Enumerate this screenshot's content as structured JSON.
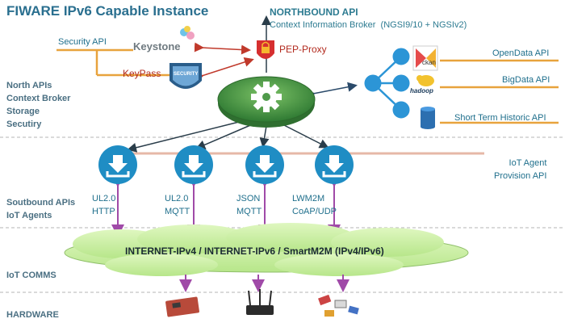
{
  "title": "FIWARE IPv6 Capable Instance",
  "northbound": {
    "heading": "NORTHBOUND API",
    "subtitle": "Context Information Broker  (NGSI9/10 + NGSIv2)"
  },
  "security": {
    "api_label": "Security API",
    "keystone_label": "Keystone",
    "keypass_label": "KeyPass",
    "security_badge": "SECURITY",
    "pep_proxy_label": "PEP-Proxy"
  },
  "right_apis": {
    "opendata": "OpenData API",
    "bigdata": "BigData API",
    "historic": "Short Term Historic API",
    "ckan_logo": "ckan",
    "hadoop_logo": "hadoop"
  },
  "layers": {
    "north": [
      "North APIs",
      "Context Broker",
      "Storage",
      "Secutiry"
    ],
    "south": [
      "Soutbound APIs",
      "IoT Agents"
    ],
    "comms": "IoT COMMS",
    "hardware": "HARDWARE"
  },
  "iot_agent_api": [
    "IoT Agent",
    "Provision API"
  ],
  "agents": [
    {
      "line1": "UL2.0",
      "line2": "HTTP"
    },
    {
      "line1": "UL2.0",
      "line2": "MQTT"
    },
    {
      "line1": "JSON",
      "line2": "MQTT"
    },
    {
      "line1": "LWM2M",
      "line2": "CoAP/UDP"
    }
  ],
  "cloud_text": "INTERNET-IPv4 / INTERNET-IPv6 / SmartM2M (IPv4/IPv6)",
  "colors": {
    "title": "#2a6f8f",
    "accent_orange": "#e8a33d",
    "agent_blue": "#1f8dc4",
    "cloud_green": "#c9ef9b",
    "purple_link": "#a04aa8",
    "red_arrow": "#c0392b",
    "gear_green": "#4f9a4a"
  }
}
